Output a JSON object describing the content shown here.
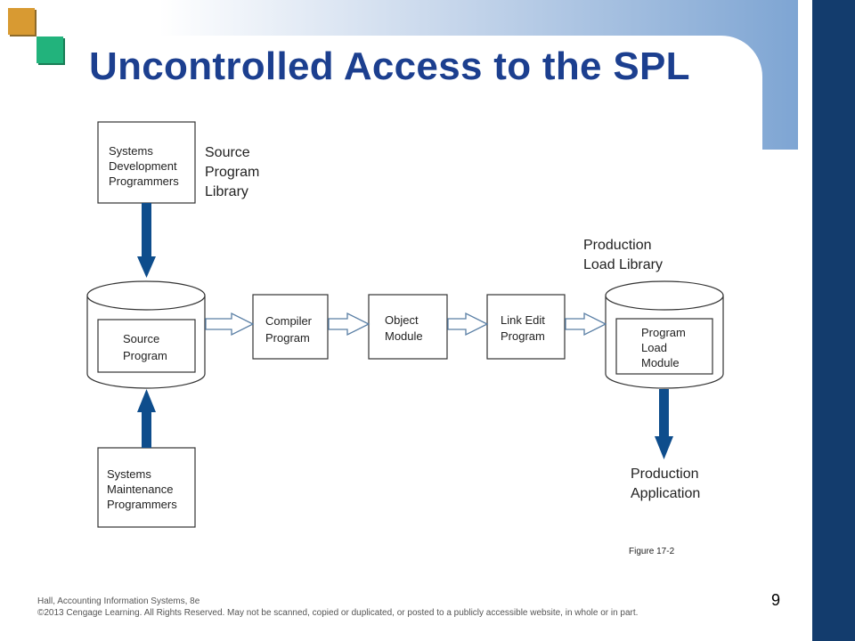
{
  "slide": {
    "title": "Uncontrolled Access to the SPL",
    "page_number": "9",
    "footer": {
      "line1": "Hall, Accounting Information Systems, 8e",
      "line2": "©2013 Cengage Learning. All Rights Reserved. May not be scanned, copied or duplicated, or posted to a publicly accessible website, in whole or in part."
    },
    "colors": {
      "title": "#1c3f8f",
      "accent_dark": "#133c6d",
      "accent_light": "#7ea5d3",
      "arrow": "#0e4d8c",
      "orange_square": "#d89a32",
      "green_square": "#22b37c"
    }
  },
  "diagram": {
    "dev_programmers": [
      "Systems",
      "Development",
      "Programmers"
    ],
    "source_library_label": [
      "Source",
      "Program",
      "Library"
    ],
    "source_program": [
      "Source",
      "Program"
    ],
    "maint_programmers": [
      "Systems",
      "Maintenance",
      "Programmers"
    ],
    "compiler": [
      "Compiler",
      "Program"
    ],
    "object_module": [
      "Object",
      "Module"
    ],
    "link_edit": [
      "Link Edit",
      "Program"
    ],
    "production_library_label": [
      "Production",
      "Load Library"
    ],
    "program_load_module": [
      "Program",
      "Load",
      "Module"
    ],
    "production_application": [
      "Production",
      "Application"
    ],
    "figure_caption": "Figure 17-2"
  }
}
